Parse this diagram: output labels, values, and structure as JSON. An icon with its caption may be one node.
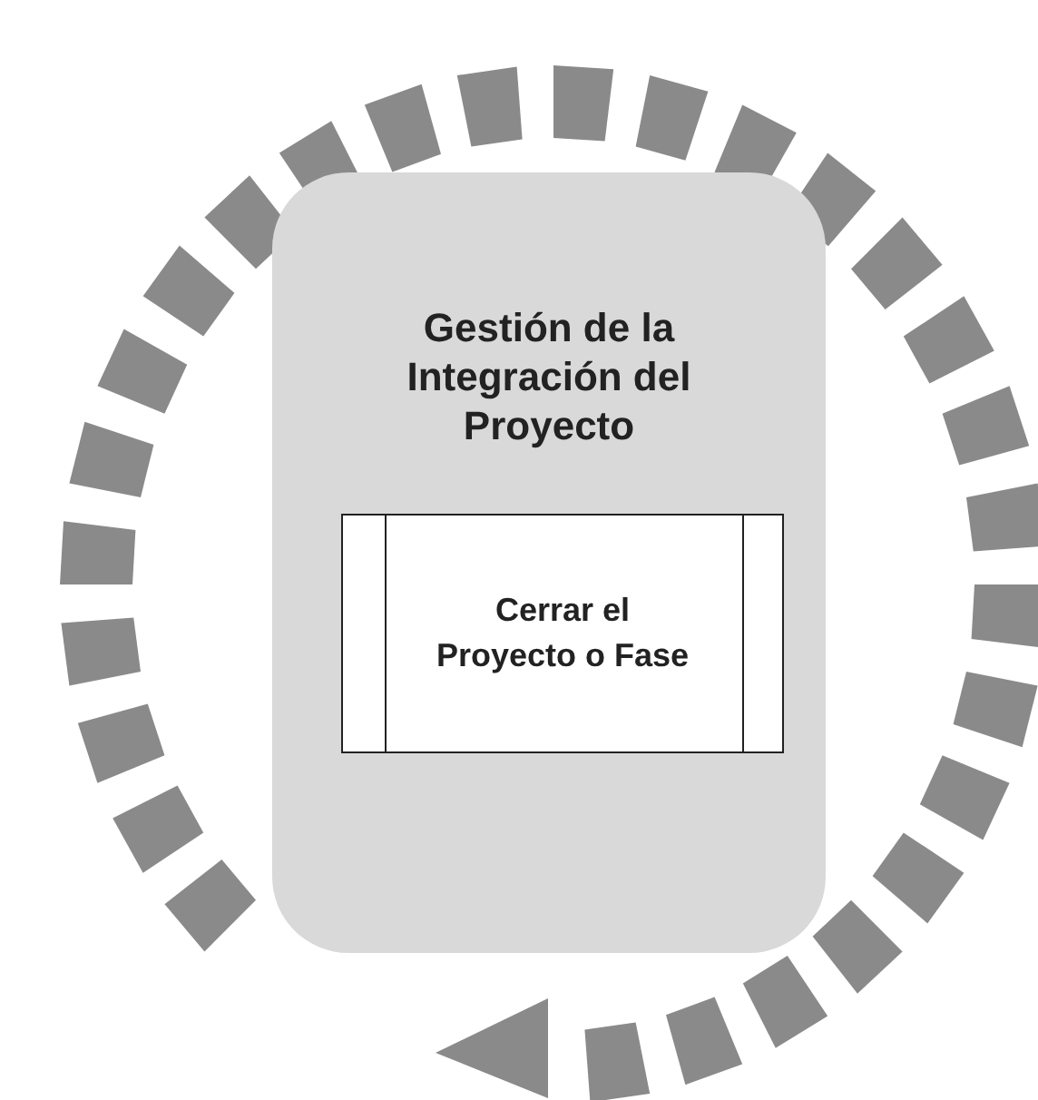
{
  "diagram": {
    "nodes": [
      {
        "text": [
          "Gestión de la Integración del Proyecto"
        ]
      },
      {
        "text": [
          "Cerrar el Proyecto o Fase"
        ],
        "in": 0
      }
    ]
  }
}
